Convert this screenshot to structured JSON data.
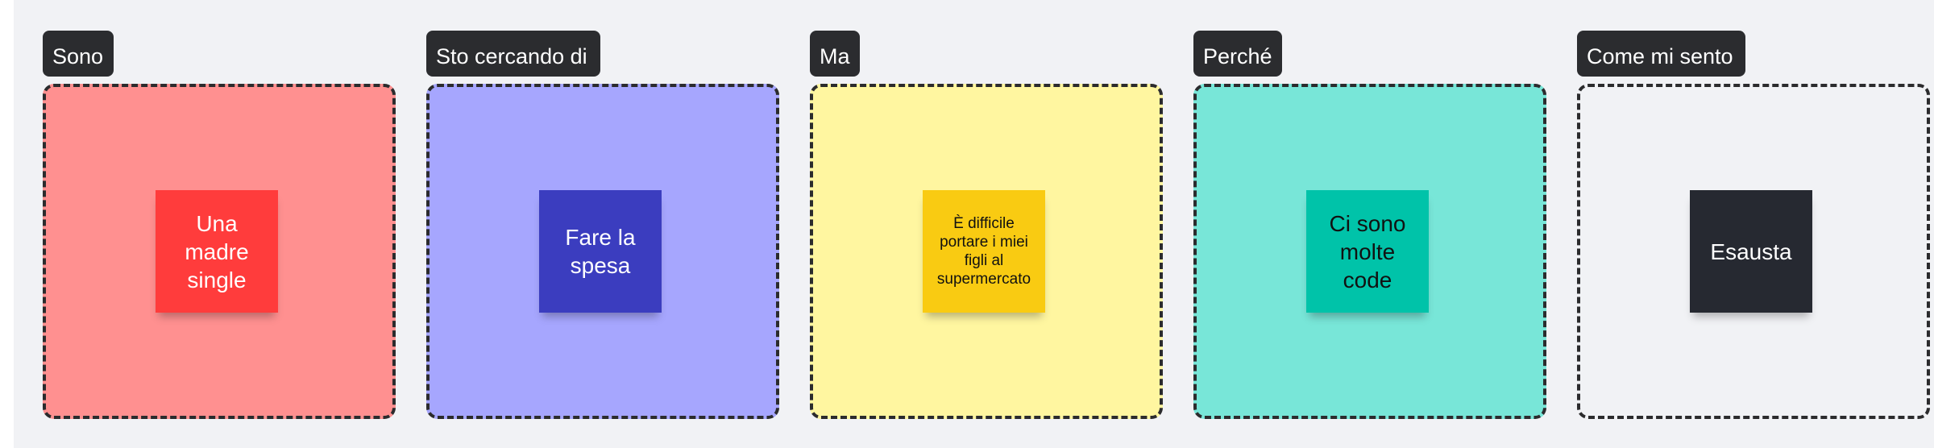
{
  "board": {
    "columns": [
      {
        "tab_label": "Sono",
        "frame_color": "#ff9090",
        "sticky": {
          "text": "Una madre single",
          "color": "#ff3c3c",
          "text_color": "#ffffff"
        }
      },
      {
        "tab_label": "Sto cercando di",
        "frame_color": "#a6a6fe",
        "sticky": {
          "text": "Fare la spesa",
          "color": "#3b3dbf",
          "text_color": "#ffffff"
        }
      },
      {
        "tab_label": "Ma",
        "frame_color": "#fff6a0",
        "sticky": {
          "text": "È difficile portare i miei figli al supermercato",
          "color": "#f9cb12",
          "text_color": "#111111"
        }
      },
      {
        "tab_label": "Perché",
        "frame_color": "#78e6d8",
        "sticky": {
          "text": "Ci sono molte code",
          "color": "#00c3a9",
          "text_color": "#111111"
        }
      },
      {
        "tab_label": "Come mi sento",
        "frame_color": "#f1f2f5",
        "sticky": {
          "text": "Esausta",
          "color": "#262931",
          "text_color": "#ffffff"
        }
      }
    ]
  }
}
